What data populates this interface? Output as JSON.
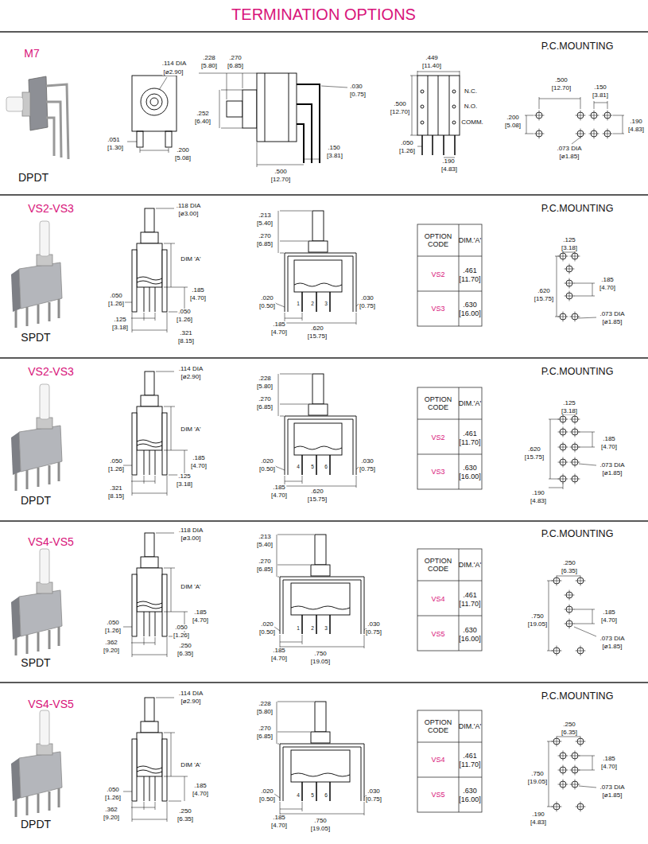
{
  "diagram": {
    "title": "TERMINATION OPTIONS",
    "labels": [
      "M7",
      "DPDT",
      "P.C.MOUNTING",
      ".114 DIA",
      "[ø2.90]",
      ".051",
      "[1.30]",
      ".200",
      "[5.08]",
      ".228",
      "[5.80]",
      ".270",
      "[6.85]",
      ".030",
      "[0.75]",
      ".252",
      "[6.40]",
      ".500",
      "[12.70]",
      ".150",
      "[3.81]",
      ".449",
      "[11.40]",
      ".500",
      "[12.70]",
      "N.C.",
      "N.O.",
      "COMM.",
      ".050",
      "[1.26]",
      ".190",
      "[4.83]",
      ".500",
      "[12.70]",
      ".150",
      "[3.81]",
      ".200",
      "[5.08]",
      ".190",
      "[4.83]",
      ".073 DIA",
      "[ø1.85]",
      "VS2-VS3",
      "SPDT",
      "P.C.MOUNTING",
      ".118 DIA",
      "[ø3.00]",
      "DIM 'A'",
      ".185",
      "[4.70]",
      ".050",
      "[1.26]",
      ".050",
      "[1.26]",
      ".125",
      "[3.18]",
      ".321",
      "[8.15]",
      ".213",
      "[5.40]",
      ".270",
      "[6.85]",
      ".020",
      "[0.50]",
      ".030",
      "[0.75]",
      "1",
      "2",
      "3",
      ".185",
      "[4.70]",
      ".620",
      "[15.75]",
      "OPTION CODE",
      "DIM.'A'",
      "VS2",
      ".461",
      "[11.70]",
      "VS3",
      ".630",
      "[16.00]",
      ".125",
      "[3.18]",
      ".185",
      "[4.70]",
      ".620",
      "[15.75]",
      ".073 DIA",
      "[ø1.85]",
      "VS2-VS3",
      "DPDT",
      "P.C.MOUNTING",
      ".114 DIA",
      "[ø2.90]",
      "DIM 'A'",
      ".050",
      "[1.26]",
      ".185",
      "[4.70]",
      ".125",
      "[3.18]",
      ".321",
      "[8.15]",
      ".228",
      "[5.80]",
      ".270",
      "[6.85]",
      ".020",
      "[0.50]",
      ".030",
      "[0.75]",
      "4",
      "5",
      "6",
      ".185",
      "[4.70]",
      ".620",
      "[15.75]",
      "OPTION CODE",
      "DIM.'A'",
      "VS2",
      ".461",
      "[11.70]",
      "VS3",
      ".630",
      "[16.00]",
      ".125",
      "[3.18]",
      ".185",
      "[4.70]",
      ".620",
      "[15.75]",
      ".073 DIA",
      "[ø1.85]",
      ".190",
      "[4.83]",
      "VS4-VS5",
      "SPDT",
      "P.C.MOUNTING",
      ".118 DIA",
      "[ø3.00]",
      "DIM 'A'",
      ".050",
      "[1.26]",
      ".185",
      "[4.70]",
      ".050",
      "[1.26]",
      ".362",
      "[9.20]",
      ".250",
      "[6.35]",
      ".213",
      "[5.40]",
      ".270",
      "[6.85]",
      ".020",
      "[0.50]",
      ".030",
      "[0.75]",
      "1",
      "2",
      "3",
      ".185",
      "[4.70]",
      ".750",
      "[19.05]",
      "OPTION CODE",
      "DIM.'A'",
      "VS4",
      ".461",
      "[11.70]",
      "VS5",
      ".630",
      "[16.00]",
      ".250",
      "[6.35]",
      ".185",
      "[4.70]",
      ".750",
      "[19.05]",
      ".073 DIA",
      "[ø1.85]",
      "VS4-VS5",
      "DPDT",
      "P.C.MOUNTING",
      ".114 DIA",
      "[ø2.90]",
      "DIM 'A'",
      ".050",
      "[1.26]",
      ".185",
      "[4.70]",
      ".362",
      "[9.20]",
      ".250",
      "[6.35]",
      ".228",
      "[5.80]",
      ".270",
      "[6.85]",
      ".020",
      "[0.50]",
      ".030",
      "[0.75]",
      "4",
      "5",
      "6",
      ".185",
      "[4.70]",
      ".750",
      "[19.05]",
      "OPTION CODE",
      "DIM.'A'",
      "VS4",
      ".461",
      "[11.70]",
      "VS5",
      ".630",
      "[16.00]",
      ".250",
      "[6.35]",
      ".185",
      "[4.70]",
      ".750",
      "[19.05]",
      ".073 DIA",
      "[ø1.85]",
      ".190",
      "[4.83]"
    ]
  }
}
